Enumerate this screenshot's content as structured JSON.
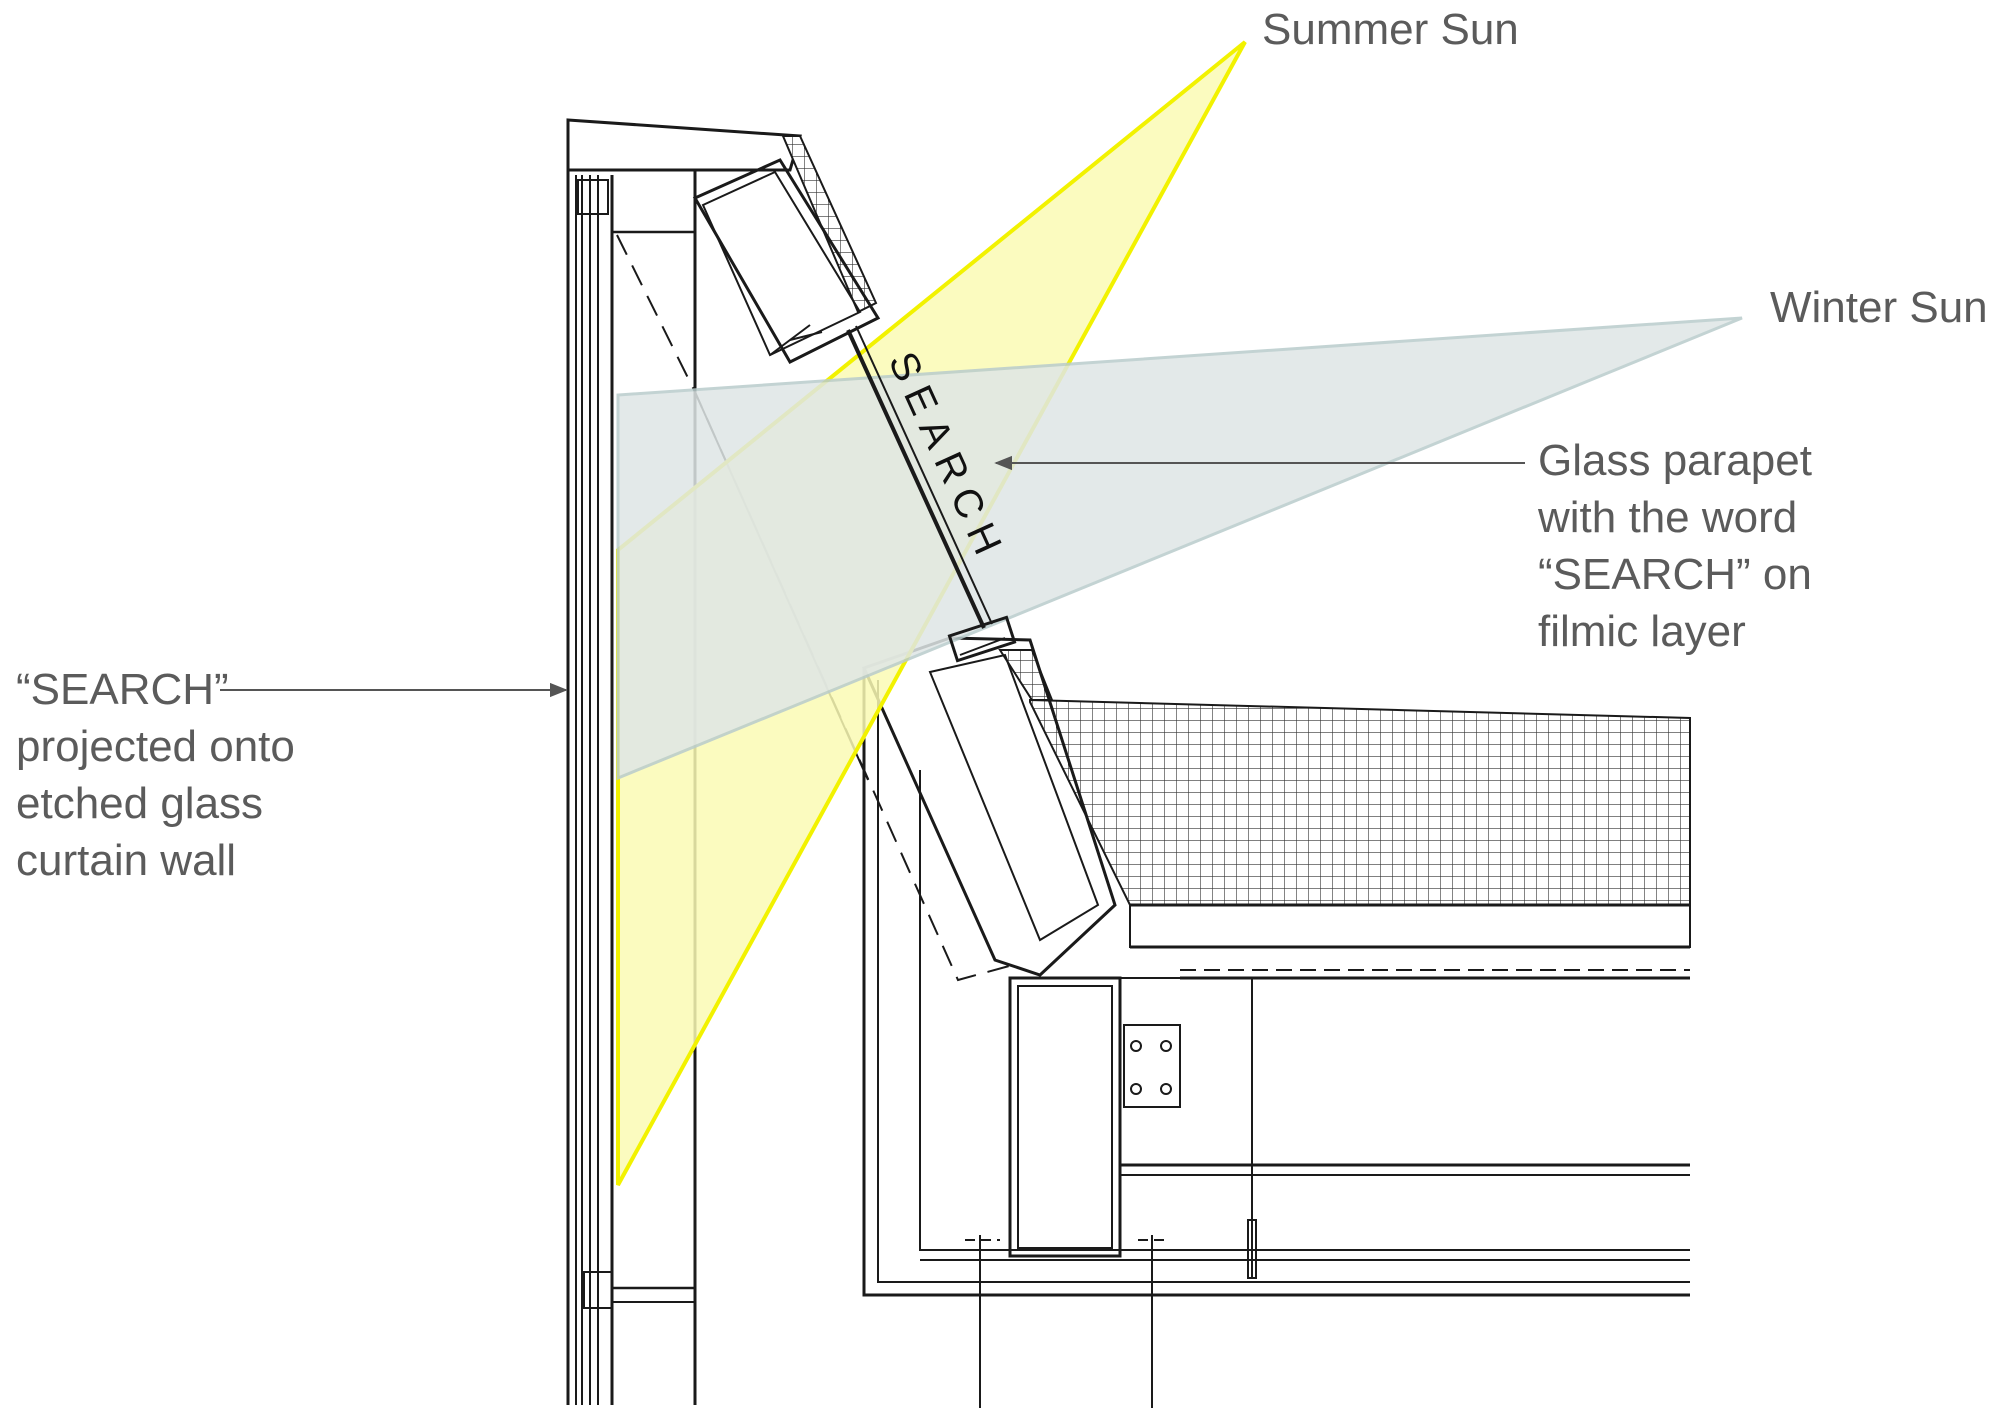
{
  "labels": {
    "summer_sun": "Summer Sun",
    "winter_sun": "Winter Sun",
    "parapet_line1": "Glass parapet",
    "parapet_line2": "with the word",
    "parapet_line3": "“SEARCH” on",
    "parapet_line4": "filmic layer",
    "wall_line1": "“SEARCH”",
    "wall_line2": "projected onto",
    "wall_line3": "etched glass",
    "wall_line4": "curtain wall",
    "etched_word": "SEARCH"
  },
  "colors": {
    "summer_fill": "#fafab4",
    "summer_stroke": "#f2f200",
    "winter_fill": "#dfe6e6",
    "winter_stroke": "#b9cccc",
    "linework": "#1a1a1a",
    "label_text": "#5b5b5b",
    "pointer": "#555555"
  }
}
